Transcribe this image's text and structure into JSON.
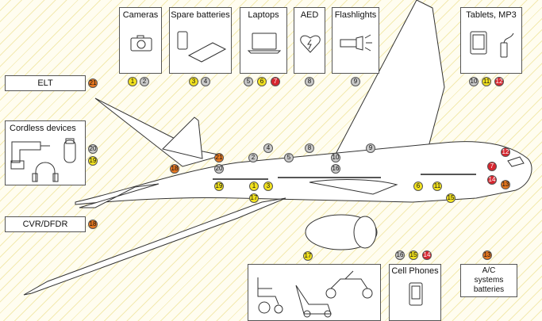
{
  "boxes": {
    "cameras": {
      "label": "Cameras",
      "badges": [
        {
          "n": "1",
          "color": "yellow"
        },
        {
          "n": "2",
          "color": "gray"
        }
      ]
    },
    "spare_batteries": {
      "label": "Spare batteries",
      "badges": [
        {
          "n": "3",
          "color": "yellow"
        },
        {
          "n": "4",
          "color": "gray"
        }
      ]
    },
    "laptops": {
      "label": "Laptops",
      "badges": [
        {
          "n": "5",
          "color": "gray"
        },
        {
          "n": "6",
          "color": "yellow"
        },
        {
          "n": "7",
          "color": "red"
        }
      ]
    },
    "aed": {
      "label": "AED",
      "badges": [
        {
          "n": "8",
          "color": "gray"
        }
      ]
    },
    "flashlights": {
      "label": "Flashlights",
      "badges": [
        {
          "n": "9",
          "color": "gray"
        }
      ]
    },
    "tablets": {
      "label": "Tablets, MP3",
      "badges": [
        {
          "n": "10",
          "color": "gray"
        },
        {
          "n": "11",
          "color": "yellow"
        },
        {
          "n": "12",
          "color": "red"
        }
      ]
    },
    "elt": {
      "label": "ELT",
      "badges": [
        {
          "n": "21",
          "color": "orange"
        }
      ]
    },
    "cordless": {
      "label": "Cordless devices",
      "badges": [
        {
          "n": "20",
          "color": "gray"
        },
        {
          "n": "19",
          "color": "yellow"
        }
      ]
    },
    "cvr": {
      "label": "CVR/DFDR",
      "badges": [
        {
          "n": "18",
          "color": "orange"
        }
      ]
    },
    "mobility": {
      "label": "",
      "badges": [
        {
          "n": "17",
          "color": "yellow"
        }
      ]
    },
    "cell_phones": {
      "label": "Cell Phones",
      "badges": [
        {
          "n": "16",
          "color": "gray"
        },
        {
          "n": "15",
          "color": "yellow"
        },
        {
          "n": "14",
          "color": "red"
        }
      ]
    },
    "ac_batteries": {
      "label": "A/C\nsystems\nbatteries",
      "label_lines": [
        "A/C",
        "systems",
        "batteries"
      ],
      "badges": [
        {
          "n": "13",
          "color": "orange"
        }
      ]
    }
  },
  "plane_badges": [
    {
      "n": "4",
      "color": "gray"
    },
    {
      "n": "8",
      "color": "gray"
    },
    {
      "n": "9",
      "color": "gray"
    },
    {
      "n": "12",
      "color": "red"
    },
    {
      "n": "2",
      "color": "gray"
    },
    {
      "n": "5",
      "color": "gray"
    },
    {
      "n": "10",
      "color": "gray"
    },
    {
      "n": "21",
      "color": "orange"
    },
    {
      "n": "7",
      "color": "red"
    },
    {
      "n": "18",
      "color": "orange"
    },
    {
      "n": "20",
      "color": "gray"
    },
    {
      "n": "16",
      "color": "gray"
    },
    {
      "n": "19",
      "color": "yellow"
    },
    {
      "n": "1",
      "color": "yellow"
    },
    {
      "n": "3",
      "color": "yellow"
    },
    {
      "n": "6",
      "color": "yellow"
    },
    {
      "n": "11",
      "color": "yellow"
    },
    {
      "n": "14",
      "color": "red"
    },
    {
      "n": "13",
      "color": "orange"
    },
    {
      "n": "17",
      "color": "yellow"
    },
    {
      "n": "15",
      "color": "yellow"
    }
  ],
  "colors": {
    "yellow": "#f2e21e",
    "gray": "#c9c9c9",
    "orange": "#e57720",
    "red": "#d7262f"
  }
}
